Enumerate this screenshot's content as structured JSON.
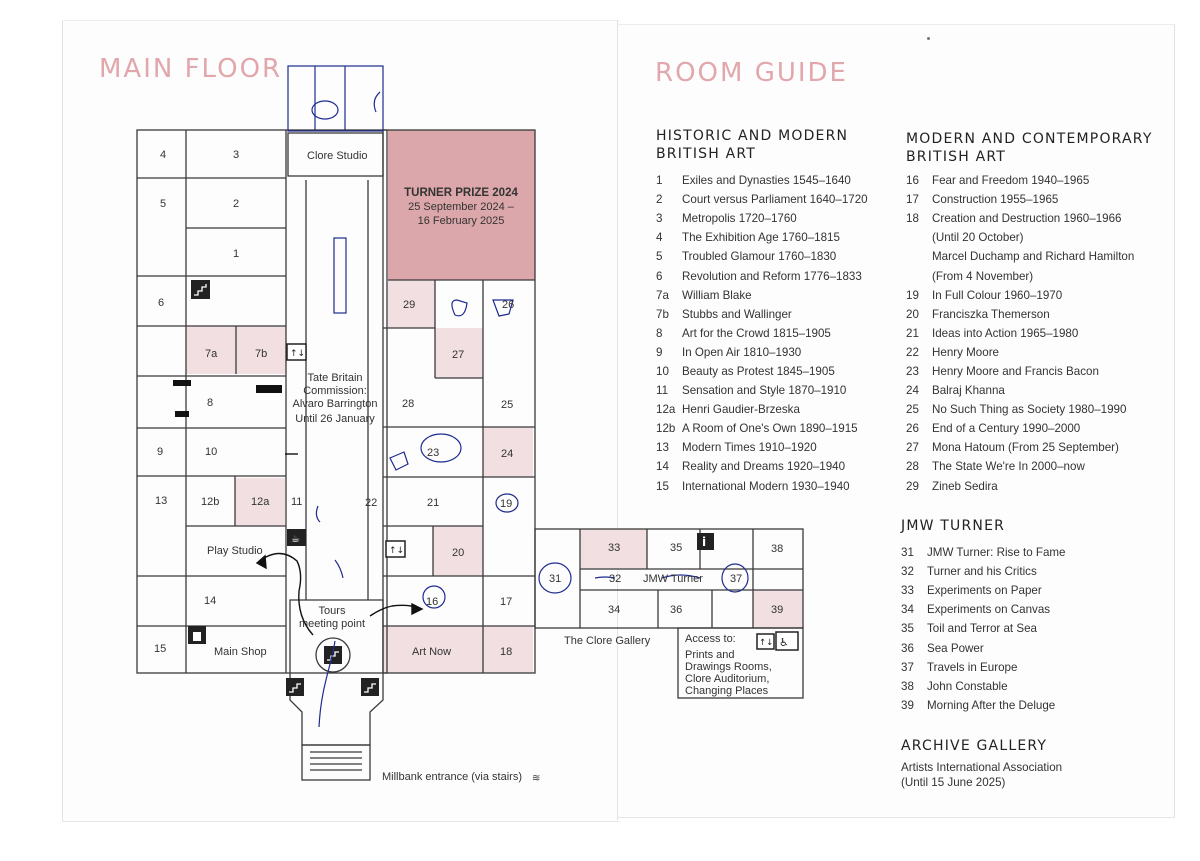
{
  "page": {
    "main_floor_title": "MAIN FLOOR",
    "room_guide_title": "ROOM GUIDE"
  },
  "map": {
    "rooms": {
      "r1": "1",
      "r2": "2",
      "r3": "3",
      "r4": "4",
      "r5": "5",
      "r6": "6",
      "r7a": "7a",
      "r7b": "7b",
      "r8": "8",
      "r9": "9",
      "r10": "10",
      "r11": "11",
      "r12a": "12a",
      "r12b": "12b",
      "r13": "13",
      "r14": "14",
      "r15": "15",
      "r16": "16",
      "r17": "17",
      "r18": "18",
      "r19": "19",
      "r20": "20",
      "r21": "21",
      "r22": "22",
      "r23": "23",
      "r24": "24",
      "r25": "25",
      "r26": "26",
      "r27": "27",
      "r28": "28",
      "r29": "29",
      "r31": "31",
      "r32": "32",
      "r33": "33",
      "r34": "34",
      "r35": "35",
      "r36": "36",
      "r37": "37",
      "r38": "38",
      "r39": "39"
    },
    "clore_studio": "Clore Studio",
    "turner_prize": {
      "title": "TURNER PRIZE 2024",
      "dates_1": "25 September 2024 –",
      "dates_2": "16 February 2025"
    },
    "commission": {
      "line1": "Tate Britain",
      "line2": "Commission:",
      "line3": "Alvaro Barrington",
      "line4": "Until 26 January"
    },
    "play_studio": "Play Studio",
    "tours_1": "Tours",
    "tours_2": "meeting point",
    "main_shop": "Main Shop",
    "art_now": "Art Now",
    "clore_gallery": "The Clore Gallery",
    "jmw_turner_label": "JMW Turner",
    "access": {
      "line1": "Access to:",
      "line2": "Prints and",
      "line3": "Drawings Rooms,",
      "line4": "Clore Auditorium,",
      "line5": "Changing Places"
    },
    "entrance": "Millbank entrance (via stairs)"
  },
  "guide": {
    "historic": {
      "title_1": "HISTORIC AND MODERN",
      "title_2": "BRITISH ART",
      "items": [
        {
          "num": "1",
          "label": "Exiles and Dynasties 1545–1640"
        },
        {
          "num": "2",
          "label": "Court versus Parliament 1640–1720"
        },
        {
          "num": "3",
          "label": "Metropolis 1720–1760"
        },
        {
          "num": "4",
          "label": "The Exhibition Age 1760–1815"
        },
        {
          "num": "5",
          "label": "Troubled Glamour 1760–1830"
        },
        {
          "num": "6",
          "label": "Revolution and Reform 1776–1833"
        },
        {
          "num": "7a",
          "label": "William Blake"
        },
        {
          "num": "7b",
          "label": "Stubbs and Wallinger"
        },
        {
          "num": "8",
          "label": "Art for the Crowd 1815–1905"
        },
        {
          "num": "9",
          "label": "In Open Air 1810–1930"
        },
        {
          "num": "10",
          "label": "Beauty as Protest 1845–1905"
        },
        {
          "num": "11",
          "label": "Sensation and Style 1870–1910"
        },
        {
          "num": "12a",
          "label": "Henri Gaudier-Brzeska"
        },
        {
          "num": "12b",
          "label": "A Room of One's Own 1890–1915"
        },
        {
          "num": "13",
          "label": "Modern Times 1910–1920"
        },
        {
          "num": "14",
          "label": "Reality and Dreams 1920–1940"
        },
        {
          "num": "15",
          "label": "International Modern 1930–1940"
        }
      ]
    },
    "modern": {
      "title_1": "MODERN AND CONTEMPORARY",
      "title_2": "BRITISH ART",
      "items": [
        {
          "num": "16",
          "label": "Fear and Freedom 1940–1965"
        },
        {
          "num": "17",
          "label": "Construction 1955–1965"
        },
        {
          "num": "18",
          "label": "Creation and Destruction 1960–1966"
        },
        {
          "num": "",
          "label": "(Until 20 October)"
        },
        {
          "num": "",
          "label": "Marcel Duchamp and Richard Hamilton"
        },
        {
          "num": "",
          "label": "(From 4 November)"
        },
        {
          "num": "19",
          "label": "In Full Colour 1960–1970"
        },
        {
          "num": "20",
          "label": "Franciszka Themerson"
        },
        {
          "num": "21",
          "label": "Ideas into Action 1965–1980"
        },
        {
          "num": "22",
          "label": "Henry Moore"
        },
        {
          "num": "23",
          "label": "Henry Moore and Francis Bacon"
        },
        {
          "num": "24",
          "label": "Balraj Khanna"
        },
        {
          "num": "25",
          "label": "No Such Thing as Society 1980–1990"
        },
        {
          "num": "26",
          "label": "End of a Century 1990–2000"
        },
        {
          "num": "27",
          "label": "Mona Hatoum (From 25 September)"
        },
        {
          "num": "28",
          "label": "The State We're In 2000–now"
        },
        {
          "num": "29",
          "label": "Zineb Sedira"
        }
      ]
    },
    "turner": {
      "title": "JMW TURNER",
      "items": [
        {
          "num": "31",
          "label": "JMW Turner: Rise to Fame"
        },
        {
          "num": "32",
          "label": "Turner and his Critics"
        },
        {
          "num": "33",
          "label": "Experiments on Paper"
        },
        {
          "num": "34",
          "label": "Experiments on Canvas"
        },
        {
          "num": "35",
          "label": "Toil and Terror at Sea"
        },
        {
          "num": "36",
          "label": "Sea Power"
        },
        {
          "num": "37",
          "label": "Travels in Europe"
        },
        {
          "num": "38",
          "label": "John Constable"
        },
        {
          "num": "39",
          "label": "Morning After the Deluge"
        }
      ]
    },
    "archive": {
      "title": "ARCHIVE GALLERY",
      "line1": "Artists International Association",
      "line2": "(Until 15 June 2025)"
    }
  }
}
